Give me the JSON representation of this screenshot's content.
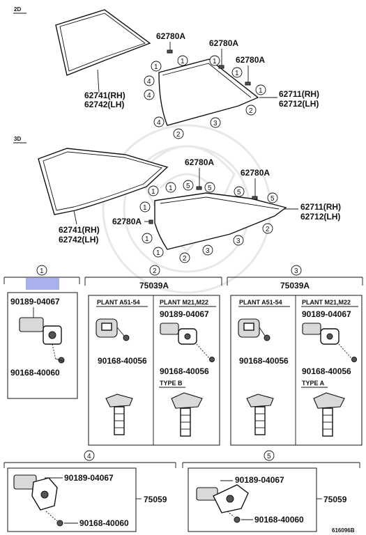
{
  "sections": {
    "s2d": "2D",
    "s3d": "3D"
  },
  "parts": {
    "p62780a": "62780A",
    "p62741": "62741(RH)",
    "p62742": "62742(LH)",
    "p62711": "62711(RH)",
    "p62712": "62712(LH)",
    "p75039a": "75039A",
    "p75059": "75059",
    "p90189": "90189-04067",
    "p90168_60": "90168-40060",
    "p90168_56": "90168-40056"
  },
  "callouts": {
    "c1": "1",
    "c2": "2",
    "c3": "3",
    "c4": "4",
    "c5": "5"
  },
  "tags": {
    "plant_a": "PLANT A51-54",
    "plant_m": "PLANT M21,M22",
    "type_b": "TYPE B",
    "type_a": "TYPE A"
  },
  "footer": {
    "code": "616096B"
  },
  "colors": {
    "highlight": "#a9b0ee",
    "ink": "#111111",
    "watermark": "#e6e6e6"
  }
}
